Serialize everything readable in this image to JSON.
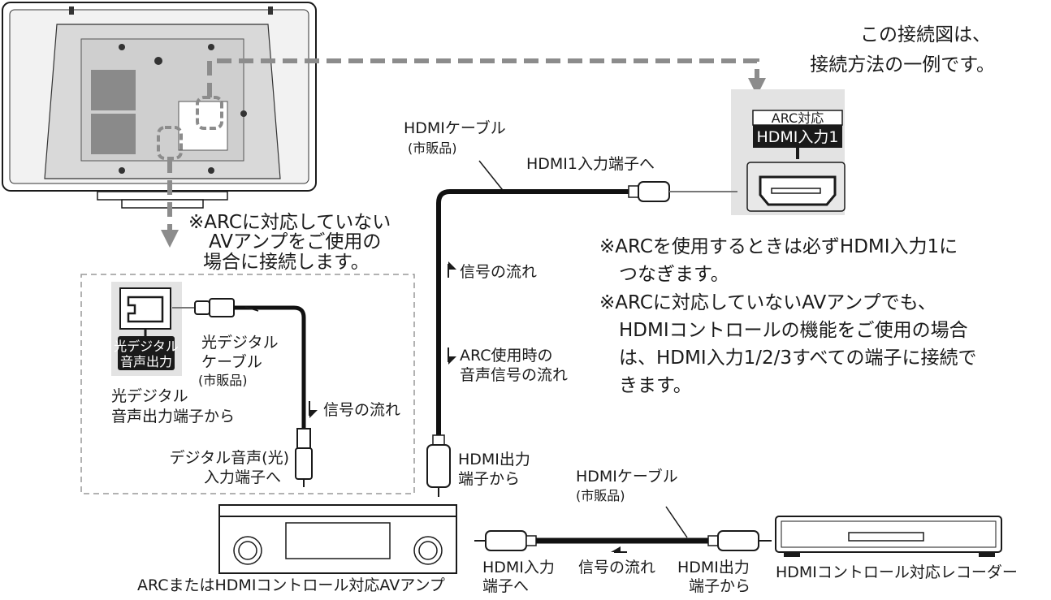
{
  "note_top": {
    "line1": "この接続図は、",
    "line2": "接続方法の一例です。"
  },
  "tv_port": {
    "arc_label": "ARC対応",
    "input_label": "HDMI入力1"
  },
  "cable_hdmi_top": {
    "label": "HDMIケーブル",
    "sub": "(市販品)",
    "to_label": "HDMI1入力端子へ"
  },
  "notes_right": {
    "line1": "※ARCを使用するときは必ずHDMI入力1に",
    "line2": "つなぎます。",
    "line3": "※ARCに対応していないAVアンプでも、",
    "line4": "HDMIコントロールの機能をご使用の場合",
    "line5": "は、HDMI入力1/2/3すべての端子に接続で",
    "line6": "きます。"
  },
  "signal": {
    "flow": "信号の流れ",
    "arc_line1": "ARC使用時の",
    "arc_line2": "音声信号の流れ"
  },
  "hdmi_out_amp": {
    "line1": "HDMI出力",
    "line2": "端子から"
  },
  "arc_note": {
    "line1": "※ARCに対応していない",
    "line2": "AVアンプをご使用の",
    "line3": "場合に接続します。"
  },
  "optical": {
    "port_line1": "光デジタル",
    "port_line2": "音声出力",
    "cable_line1": "光デジタル",
    "cable_line2": "ケーブル",
    "cable_sub": "(市販品)",
    "from_line1": "光デジタル",
    "from_line2": "音声出力端子から",
    "flow": "信号の流れ",
    "to_line1": "デジタル音声(光)",
    "to_line2": "入力端子へ"
  },
  "cable_hdmi_bottom": {
    "label": "HDMIケーブル",
    "sub": "(市販品)"
  },
  "bottom": {
    "amp_label": "ARCまたはHDMIコントロール対応AVアンプ",
    "in_line1": "HDMI入力",
    "in_line2": "端子へ",
    "flow": "信号の流れ",
    "out_line1": "HDMI出力",
    "out_line2": "端子から",
    "recorder_label": "HDMIコントロール対応レコーダー"
  },
  "colors": {
    "dashed_arrow": "#8c8c8c",
    "panel_gray": "#e3e3e3",
    "label_black": "#1a1a1a",
    "cable": "#111111"
  }
}
